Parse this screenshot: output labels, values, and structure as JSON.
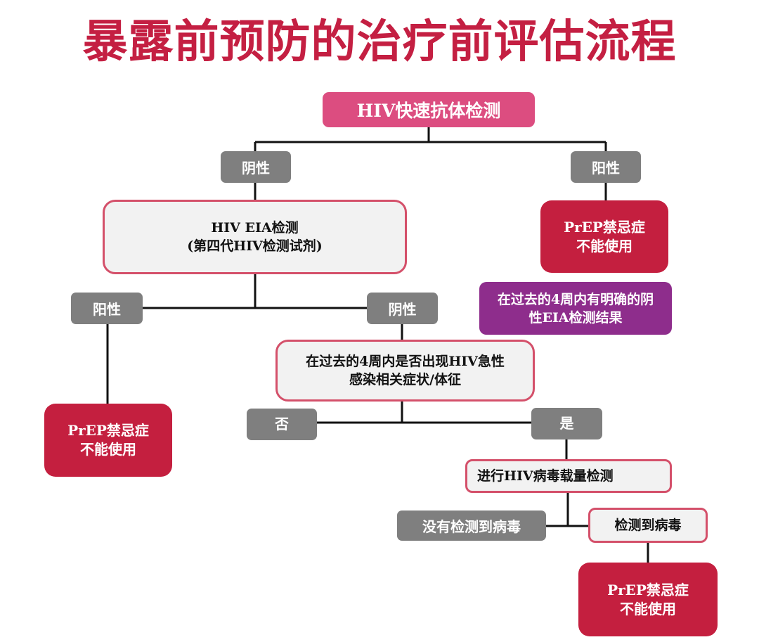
{
  "title": "暴露前预防的治疗前评估流程",
  "colors": {
    "title": "#c41f42",
    "start_node": "#dc4d80",
    "label_node": "#7f7f7f",
    "outline_border": "#d4506a",
    "outline_fill": "#f2f2f2",
    "contraindication": "#c41f3f",
    "note": "#8e2d8c"
  },
  "nodes": {
    "rapid_test": "HIV快速抗体检测",
    "rapid_negative": "阴性",
    "rapid_positive": "阳性",
    "eia_test": {
      "line1": "HIV EIA检测",
      "line2": "(第四代HIV检测试剂)"
    },
    "contra_top_right": {
      "line1": "PrEP禁忌症",
      "line2": "不能使用"
    },
    "note": {
      "line1": "在过去的4周内有明确的阴",
      "line2": "性EIA检测结果"
    },
    "eia_positive": "阳性",
    "eia_negative": "阴性",
    "contra_left": {
      "line1": "PrEP禁忌症",
      "line2": "不能使用"
    },
    "symptom_question": {
      "line1": "在过去的4周内是否出现HIV急性",
      "line2": "感染相关症状/体征"
    },
    "answer_no": "否",
    "answer_yes": "是",
    "viral_load_test": "进行HIV病毒载量检测",
    "not_detected": "没有检测到病毒",
    "detected": "检测到病毒",
    "contra_bottom": {
      "line1": "PrEP禁忌症",
      "line2": "不能使用"
    }
  }
}
